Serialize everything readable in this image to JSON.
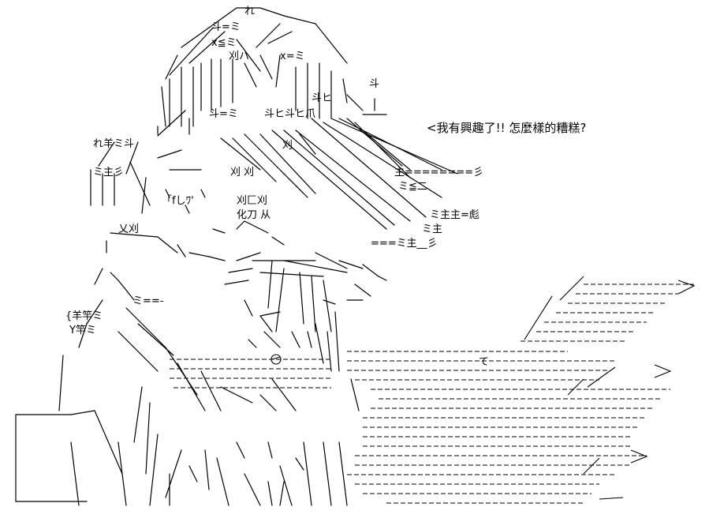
{
  "speech": {
    "text": "<我有興趣了!! 怎麼樣的糟糕?"
  },
  "art_labels": {
    "top_a": "れ",
    "top_b": "斗=ミ",
    "top_c": "x≦ミ",
    "top_d": "刈ハ",
    "top_e": "x=ミ",
    "right_ear": "斗",
    "forehead_a": "斗ヒ",
    "forehead_b": "斗=ミ",
    "forehead_c": "斗ヒ斗ヒ爪",
    "forehead_d": "刈",
    "left_a": "れ羊ミ斗",
    "left_b": "ミ主彡",
    "eye_a": "「fしﾜ'",
    "eye_b": "刈 刈",
    "eye_c": "刈匚刈",
    "eye_d": "化刀 从",
    "hair_a": "主========彡",
    "hair_b": "ミ≦二",
    "hair_c": "ミ主主=彪",
    "hair_d": "ミ主",
    "hair_e": "===ミ主__彡",
    "mouth": "乂刈",
    "collar": "ミ==-",
    "left_c": "{羊竿ミ",
    "left_d": "Y竿ミ",
    "paper_mark": "て"
  },
  "colors": {
    "ink": "#000000",
    "background": "#ffffff"
  }
}
